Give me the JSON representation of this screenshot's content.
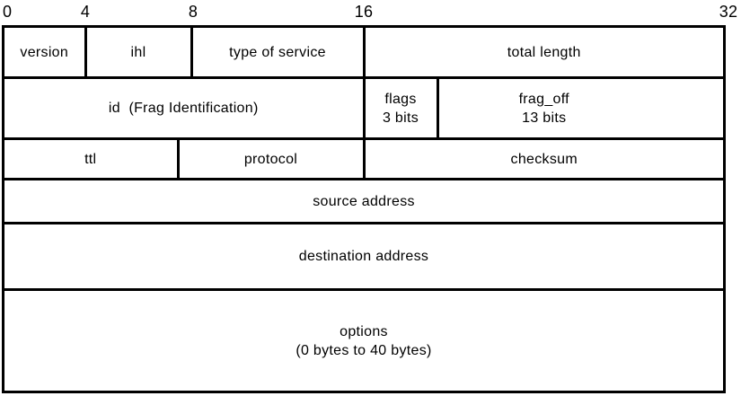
{
  "diagram": {
    "subject": "ipv4-header-layout"
  },
  "bits": {
    "labels": [
      "0",
      "4",
      "8",
      "16",
      "32"
    ]
  },
  "header": {
    "rows": [
      {
        "cells": [
          {
            "label": "version"
          },
          {
            "label": "ihl"
          },
          {
            "label": "type of service"
          },
          {
            "label": "total length"
          }
        ]
      },
      {
        "cells": [
          {
            "label": "id  (Frag Identification)"
          },
          {
            "label": "flags\n3 bits"
          },
          {
            "label": "frag_off\n13 bits"
          }
        ]
      },
      {
        "cells": [
          {
            "label": "ttl"
          },
          {
            "label": "protocol"
          },
          {
            "label": "checksum"
          }
        ]
      },
      {
        "cells": [
          {
            "label": "source address"
          }
        ]
      },
      {
        "cells": [
          {
            "label": "destination address"
          }
        ]
      },
      {
        "cells": [
          {
            "label": "options\n(0 bytes to 40 bytes)"
          }
        ]
      }
    ]
  },
  "colors": {
    "line": "#000000",
    "background": "#ffffff",
    "text": "#000000"
  }
}
